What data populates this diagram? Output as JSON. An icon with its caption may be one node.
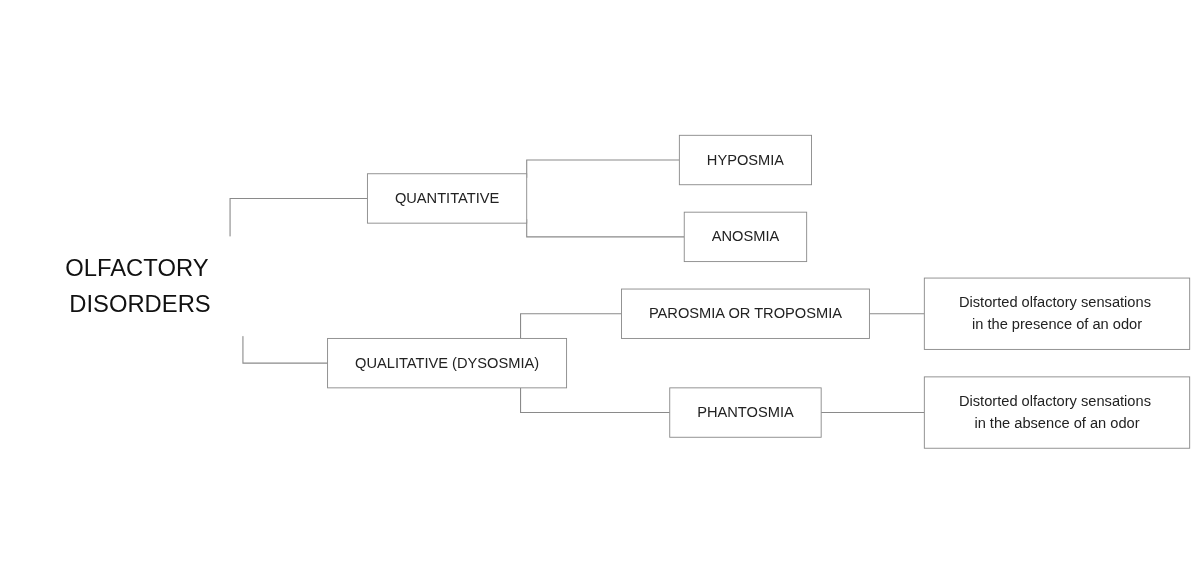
{
  "diagram": {
    "nodes": [
      {
        "text": [
          "OLFACTORY DISORDERS"
        ]
      },
      {
        "text": [
          "QUANTITATIVE"
        ]
      },
      {
        "text": [
          "HYPOSMIA"
        ]
      },
      {
        "text": [
          "ANOSMIA"
        ]
      },
      {
        "text": [
          "QUALITATIVE (DYSOSMIA)"
        ]
      },
      {
        "text": [
          "PAROSMIA OR TROPOSMIA"
        ]
      },
      {
        "text": [
          "Distorted olfactory sensations in the presence of an odor"
        ]
      },
      {
        "text": [
          "PHANTOSMIA"
        ]
      },
      {
        "text": [
          "Distorted olfactory sensations in the absence of an odor"
        ]
      }
    ],
    "edges": [
      {
        "from": 0,
        "to": 1,
        "arrow": "none"
      },
      {
        "from": 0,
        "to": 4,
        "arrow": "none"
      },
      {
        "from": 1,
        "to": 2,
        "arrow": "none"
      },
      {
        "from": 1,
        "to": 3,
        "arrow": "none"
      },
      {
        "from": 4,
        "to": 5,
        "arrow": "none"
      },
      {
        "from": 4,
        "to": 7,
        "arrow": "none"
      },
      {
        "from": 5,
        "to": 6,
        "arrow": "none"
      },
      {
        "from": 7,
        "to": 8,
        "arrow": "none"
      }
    ]
  }
}
